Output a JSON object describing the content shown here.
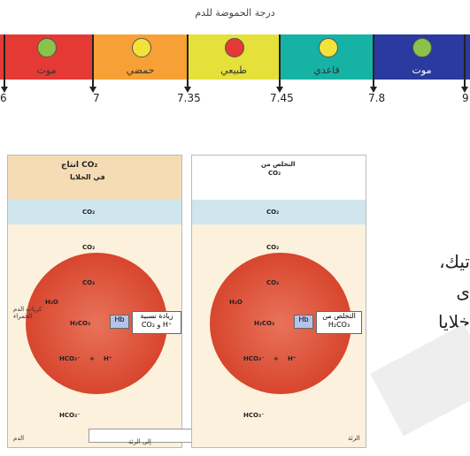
{
  "scale": {
    "title": "درجة الحموضة للدم",
    "segments": [
      {
        "label": "موت",
        "color": "#e53935"
      },
      {
        "label": "حمضي",
        "color": "#f7a035"
      },
      {
        "label": "طبيعي",
        "color": "#e6e03a"
      },
      {
        "label": "قاعدي",
        "color": "#16b3a4"
      },
      {
        "label": "موت",
        "color": "#2a3a9e"
      }
    ],
    "ticks": [
      "6",
      "7",
      "7.35",
      "7.45",
      "7.8",
      "9"
    ]
  },
  "left_panel": {
    "title_line1": "انتاج CO₂",
    "title_line2": "في الخلايا",
    "co2": "CO₂",
    "h2o": "H₂O",
    "h2co3": "H₂CO₃",
    "hb": "Hb",
    "hco3": "HCO₃⁻",
    "plus": "+",
    "hplus": "H⁺",
    "rbc_label": "كريات الدم الحمراء",
    "increase_label": "زيادة نسبية",
    "increase_formula": "CO₂ و H⁺",
    "bottom_label": "الدم",
    "to_lung": "إلى الرئة"
  },
  "right_panel": {
    "title": "التخلص من",
    "title_co2": "CO₂",
    "box_label": "التخلص من",
    "box_formula": "H₂CO₃",
    "bottom_label": "الرئة"
  },
  "side_text": {
    "line1": "تيك،",
    "line2": "ى",
    "line3": "خلايا"
  }
}
